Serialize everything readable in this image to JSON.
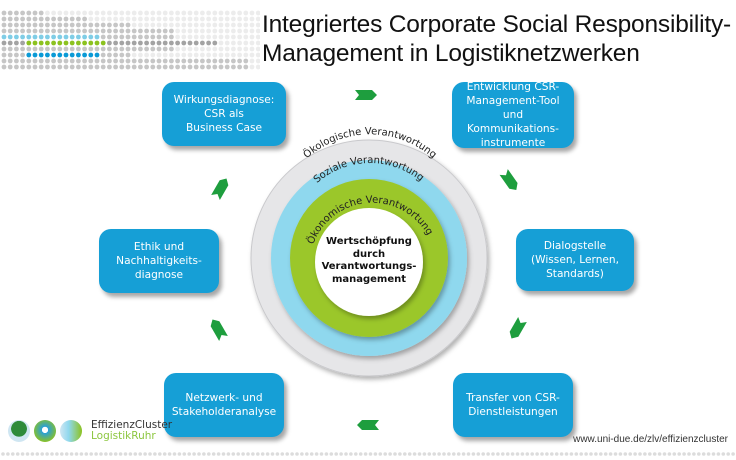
{
  "title": {
    "line1": "Integriertes Corporate Social Responsibility-",
    "line2": "Management in Logistiknetzwerken"
  },
  "colors": {
    "box_blue": "#169fd6",
    "arrow_green": "#1e9e3e",
    "ring_outer_grey": "#e6e6e8",
    "ring_social_blue": "#8fd8ee",
    "ring_economic_green": "#9bc72a",
    "center_white": "#ffffff",
    "dot_grey": "#cfcfcf",
    "dot_lightblue": "#7fcde6",
    "dot_green": "#8cc21f",
    "dot_blue": "#0a9ad6"
  },
  "cycle_boxes": [
    {
      "id": "wirkungsdiagnose",
      "label": "Wirkungsdiagnose:\nCSR als\nBusiness Case"
    },
    {
      "id": "entwicklung",
      "label": "Entwicklung CSR-\nManagement-Tool\nund\nKommunikations-\ninstrumente"
    },
    {
      "id": "dialogstelle",
      "label": "Dialogstelle\n(Wissen, Lernen,\nStandards)"
    },
    {
      "id": "transfer",
      "label": "Transfer von CSR-\nDienstleistungen"
    },
    {
      "id": "netzwerk",
      "label": "Netzwerk- und\nStakeholderanalyse"
    },
    {
      "id": "ethik",
      "label": "Ethik und\nNachhaltigkeits-\ndiagnose"
    }
  ],
  "rings": {
    "outer": "Ökologische Verantwortung",
    "middle": "Soziale Verantwortung",
    "inner": "Ökonomische Verantwortung",
    "center": "Wertschöpfung\ndurch\nVerantwortungs-\nmanagement"
  },
  "arrows": [
    {
      "name": "arrow-top",
      "direction": "right"
    },
    {
      "name": "arrow-top-right",
      "direction": "down-right"
    },
    {
      "name": "arrow-bottom-right",
      "direction": "down-left"
    },
    {
      "name": "arrow-bottom",
      "direction": "left"
    },
    {
      "name": "arrow-bottom-left",
      "direction": "up-left"
    },
    {
      "name": "arrow-top-left",
      "direction": "up-right"
    }
  ],
  "footer": {
    "logo_line1": "EffizienzCluster",
    "logo_line2": "LogistikRuhr",
    "url": "www.uni-due.de/zlv/effizienzcluster"
  }
}
